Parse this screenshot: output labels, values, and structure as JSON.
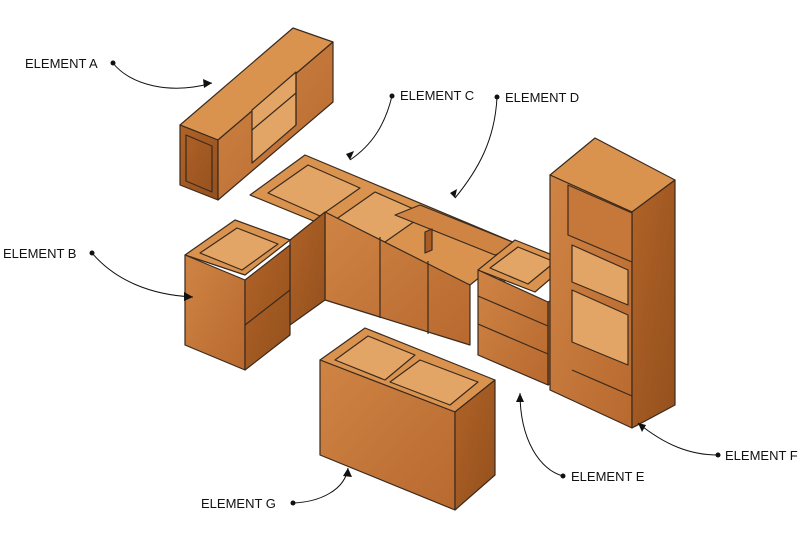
{
  "diagram": {
    "labels": {
      "a": "ELEMENT A",
      "b": "ELEMENT B",
      "c": "ELEMENT C",
      "d": "ELEMENT D",
      "e": "ELEMENT E",
      "f": "ELEMENT F",
      "g": "ELEMENT G"
    },
    "colors": {
      "wood_top": "#d9934f",
      "wood_front": "#c6773a",
      "wood_side": "#a85d26",
      "wood_inner": "#e3a565",
      "outline": "#3a2a1e",
      "leader": "#111111"
    }
  }
}
